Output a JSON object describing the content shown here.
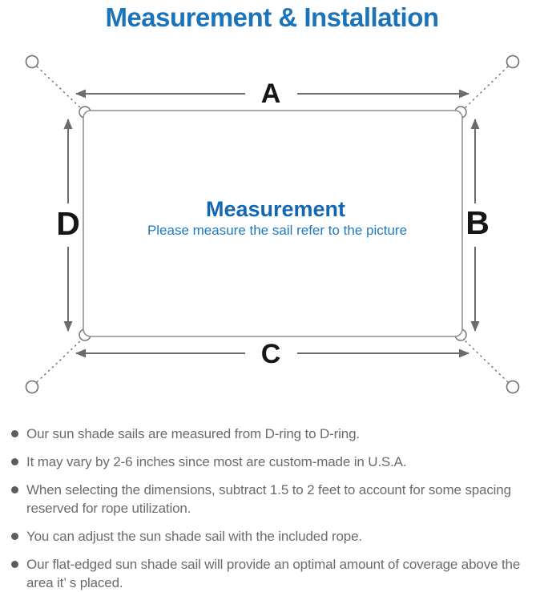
{
  "title": "Measurement & Installation",
  "diagram": {
    "labels": {
      "a": "A",
      "b": "B",
      "c": "C",
      "d": "D"
    },
    "center_title": "Measurement",
    "center_subtitle": "Please measure the sail refer to the picture"
  },
  "notes": [
    "Our sun shade sails are measured from D-ring to D-ring.",
    "It may vary by 2-6 inches since most are custom-made in U.S.A.",
    "When selecting the dimensions, subtract 1.5 to 2 feet to account for some spacing reserved for rope utilization.",
    "You can adjust the sun shade sail with the included rope.",
    "Our flat-edged sun shade sail will provide an optimal amount of coverage above the area it’ s placed."
  ],
  "colors": {
    "header_blue": "#1b74ba",
    "diagram_title_blue": "#1467b0",
    "diagram_subtitle_blue": "#1e7ac2",
    "sail_outline_gray": "#8f8f8f",
    "arrow_gray": "#6b6b6b",
    "dimension_label_black": "#161616",
    "note_text_gray": "#6a6b6d"
  }
}
